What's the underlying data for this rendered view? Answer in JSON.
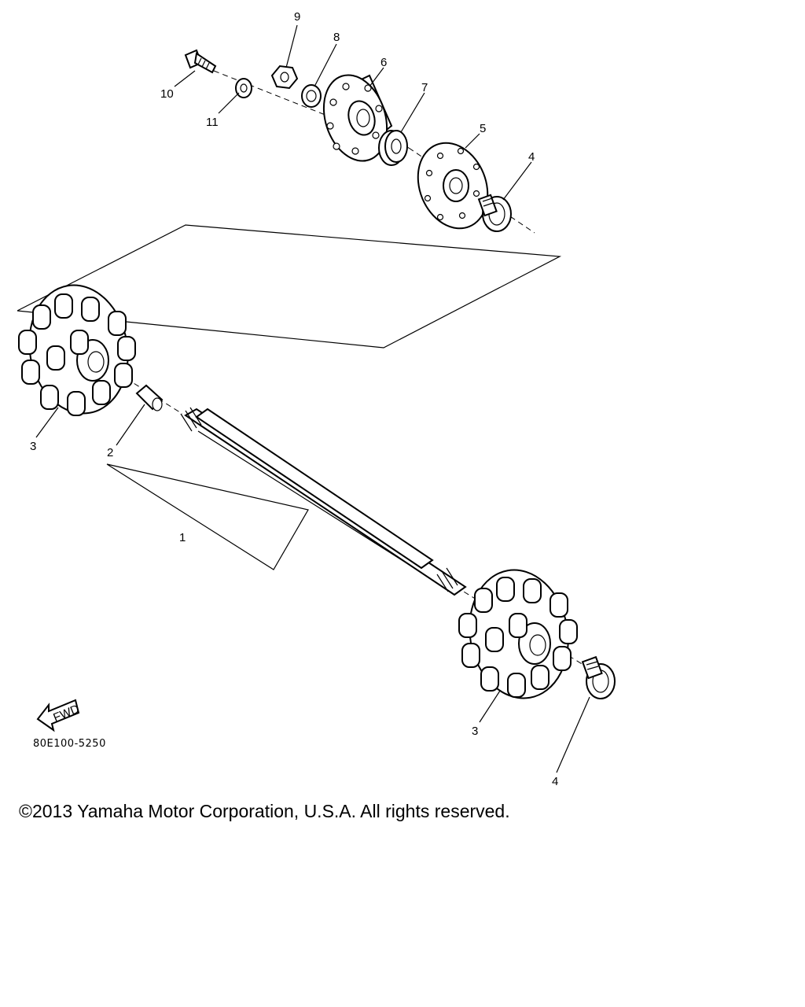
{
  "diagram": {
    "callouts": {
      "c1": "1",
      "c2": "2",
      "c3a": "3",
      "c3b": "3",
      "c4a": "4",
      "c4b": "4",
      "c5": "5",
      "c6": "6",
      "c7": "7",
      "c8": "8",
      "c9": "9",
      "c10": "10",
      "c11": "11"
    },
    "fwd_arrow_text": "FWD",
    "drawing_code": "80E100-5250"
  },
  "footer": {
    "copyright": "©2013 Yamaha Motor Corporation, U.S.A. All rights reserved."
  }
}
